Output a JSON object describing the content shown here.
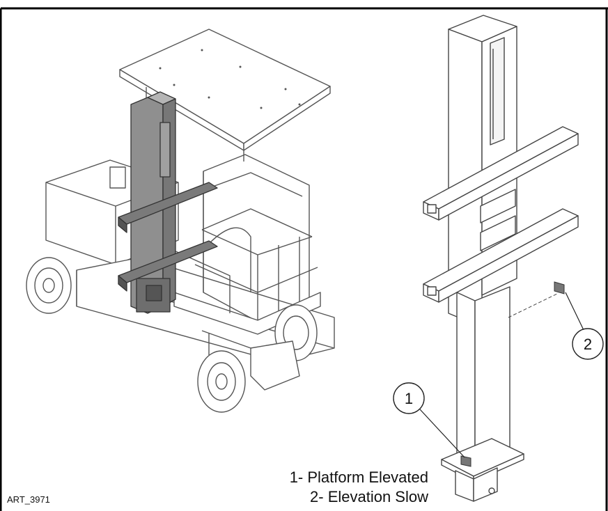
{
  "callouts": [
    {
      "number": "1",
      "label": "Platform Elevated"
    },
    {
      "number": "2",
      "label": "Elevation Slow"
    }
  ],
  "legend": {
    "item1": "1- Platform Elevated",
    "item2": "2- Elevation Slow"
  },
  "art_id": "ART_3971",
  "colors": {
    "line": "#444444",
    "highlight_mast": "#8f8f8f",
    "switch": "#777777"
  }
}
